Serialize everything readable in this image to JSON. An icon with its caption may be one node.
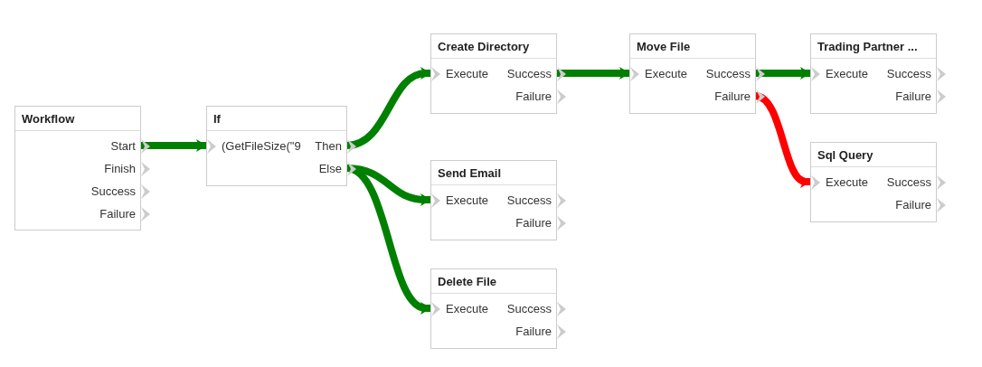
{
  "diagram": {
    "nodes": [
      {
        "text": [
          "Workflow"
        ]
      },
      {
        "text": [
          "Start"
        ],
        "in": 0
      },
      {
        "text": [
          "Finish"
        ],
        "in": 0
      },
      {
        "text": [
          "Success"
        ],
        "in": 0
      },
      {
        "text": [
          "Failure"
        ],
        "in": 0
      },
      {
        "text": [
          "If"
        ]
      },
      {
        "text": [
          "(GetFileSize(\"9"
        ],
        "in": 5
      },
      {
        "text": [
          "Then"
        ],
        "in": 5
      },
      {
        "text": [
          "Else"
        ],
        "in": 5
      },
      {
        "text": [
          "Create Directory"
        ]
      },
      {
        "text": [
          "Execute"
        ],
        "in": 9
      },
      {
        "text": [
          "Success"
        ],
        "in": 9
      },
      {
        "text": [
          "Failure"
        ],
        "in": 9
      },
      {
        "text": [
          "Send Email"
        ]
      },
      {
        "text": [
          "Execute"
        ],
        "in": 13
      },
      {
        "text": [
          "Success"
        ],
        "in": 13
      },
      {
        "text": [
          "Failure"
        ],
        "in": 13
      },
      {
        "text": [
          "Delete File"
        ]
      },
      {
        "text": [
          "Execute"
        ],
        "in": 17
      },
      {
        "text": [
          "Success"
        ],
        "in": 17
      },
      {
        "text": [
          "Failure"
        ],
        "in": 17
      },
      {
        "text": [
          "Move File"
        ]
      },
      {
        "text": [
          "Execute"
        ],
        "in": 21
      },
      {
        "text": [
          "Success"
        ],
        "in": 21
      },
      {
        "text": [
          "Failure"
        ],
        "in": 21
      },
      {
        "text": [
          "Trading Partner ..."
        ]
      },
      {
        "text": [
          "Execute"
        ],
        "in": 25
      },
      {
        "text": [
          "Success"
        ],
        "in": 25
      },
      {
        "text": [
          "Failure"
        ],
        "in": 25
      },
      {
        "text": [
          "Sql Query"
        ]
      },
      {
        "text": [
          "Execute"
        ],
        "in": 29
      },
      {
        "text": [
          "Success"
        ],
        "in": 29
      },
      {
        "text": [
          "Failure"
        ],
        "in": 29
      }
    ],
    "edges": [
      {
        "from": 1,
        "to": 6,
        "arrow": "to"
      },
      {
        "from": 7,
        "to": 10,
        "arrow": "to"
      },
      {
        "from": 8,
        "to": 14,
        "arrow": "to"
      },
      {
        "from": 8,
        "to": 18,
        "arrow": "to"
      },
      {
        "from": 11,
        "to": 22,
        "arrow": "to"
      },
      {
        "from": 23,
        "to": 26,
        "arrow": "to"
      },
      {
        "from": 24,
        "to": 30,
        "arrow": "to",
        "color": "#ff0000"
      }
    ]
  }
}
